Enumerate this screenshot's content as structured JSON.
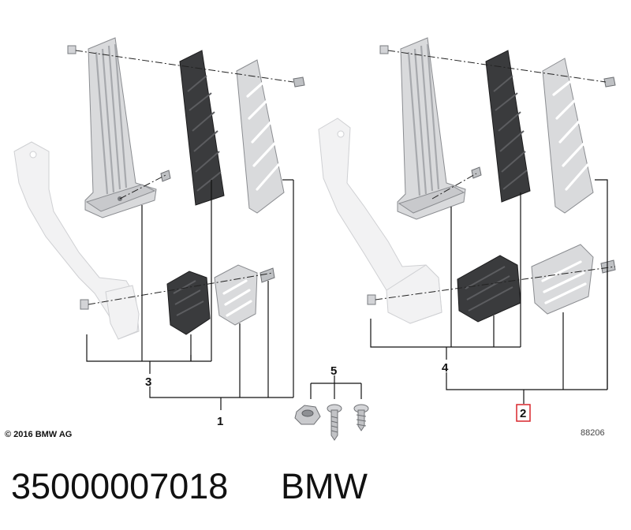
{
  "callouts": {
    "c1": "1",
    "c2": "2",
    "c3": "3",
    "c4": "4",
    "c5": "5"
  },
  "highlighted_callout": "2",
  "highlight_color": "#d8262c",
  "copyright": "© 2016 BMW AG",
  "drawing_number": "88206",
  "caption": {
    "part_number": "35000007018",
    "brand": "BMW"
  }
}
